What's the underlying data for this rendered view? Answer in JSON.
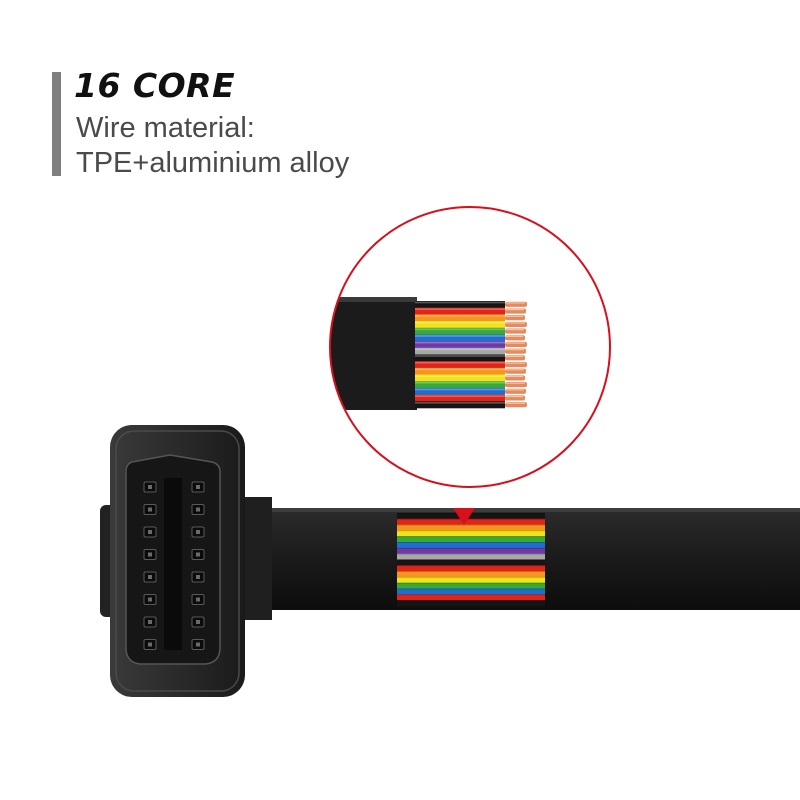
{
  "heading": {
    "title": "16 CORE",
    "spec_label": "Wire material:",
    "spec_value": "TPE+aluminium alloy"
  },
  "colors": {
    "accent_bar": "#7f7f7f",
    "cable": "#1b1b1b",
    "magnifier_ring": "#d6101c",
    "copper": "#e5895e",
    "wire_palette": [
      "#151515",
      "#e0241a",
      "#f7941d",
      "#f2e21a",
      "#3aa935",
      "#1f6fd1",
      "#6d3aa8",
      "#a8a8a8"
    ]
  },
  "icons": {
    "connector": "obd2-connector-icon",
    "magnifier": "magnifier-circle-icon"
  }
}
